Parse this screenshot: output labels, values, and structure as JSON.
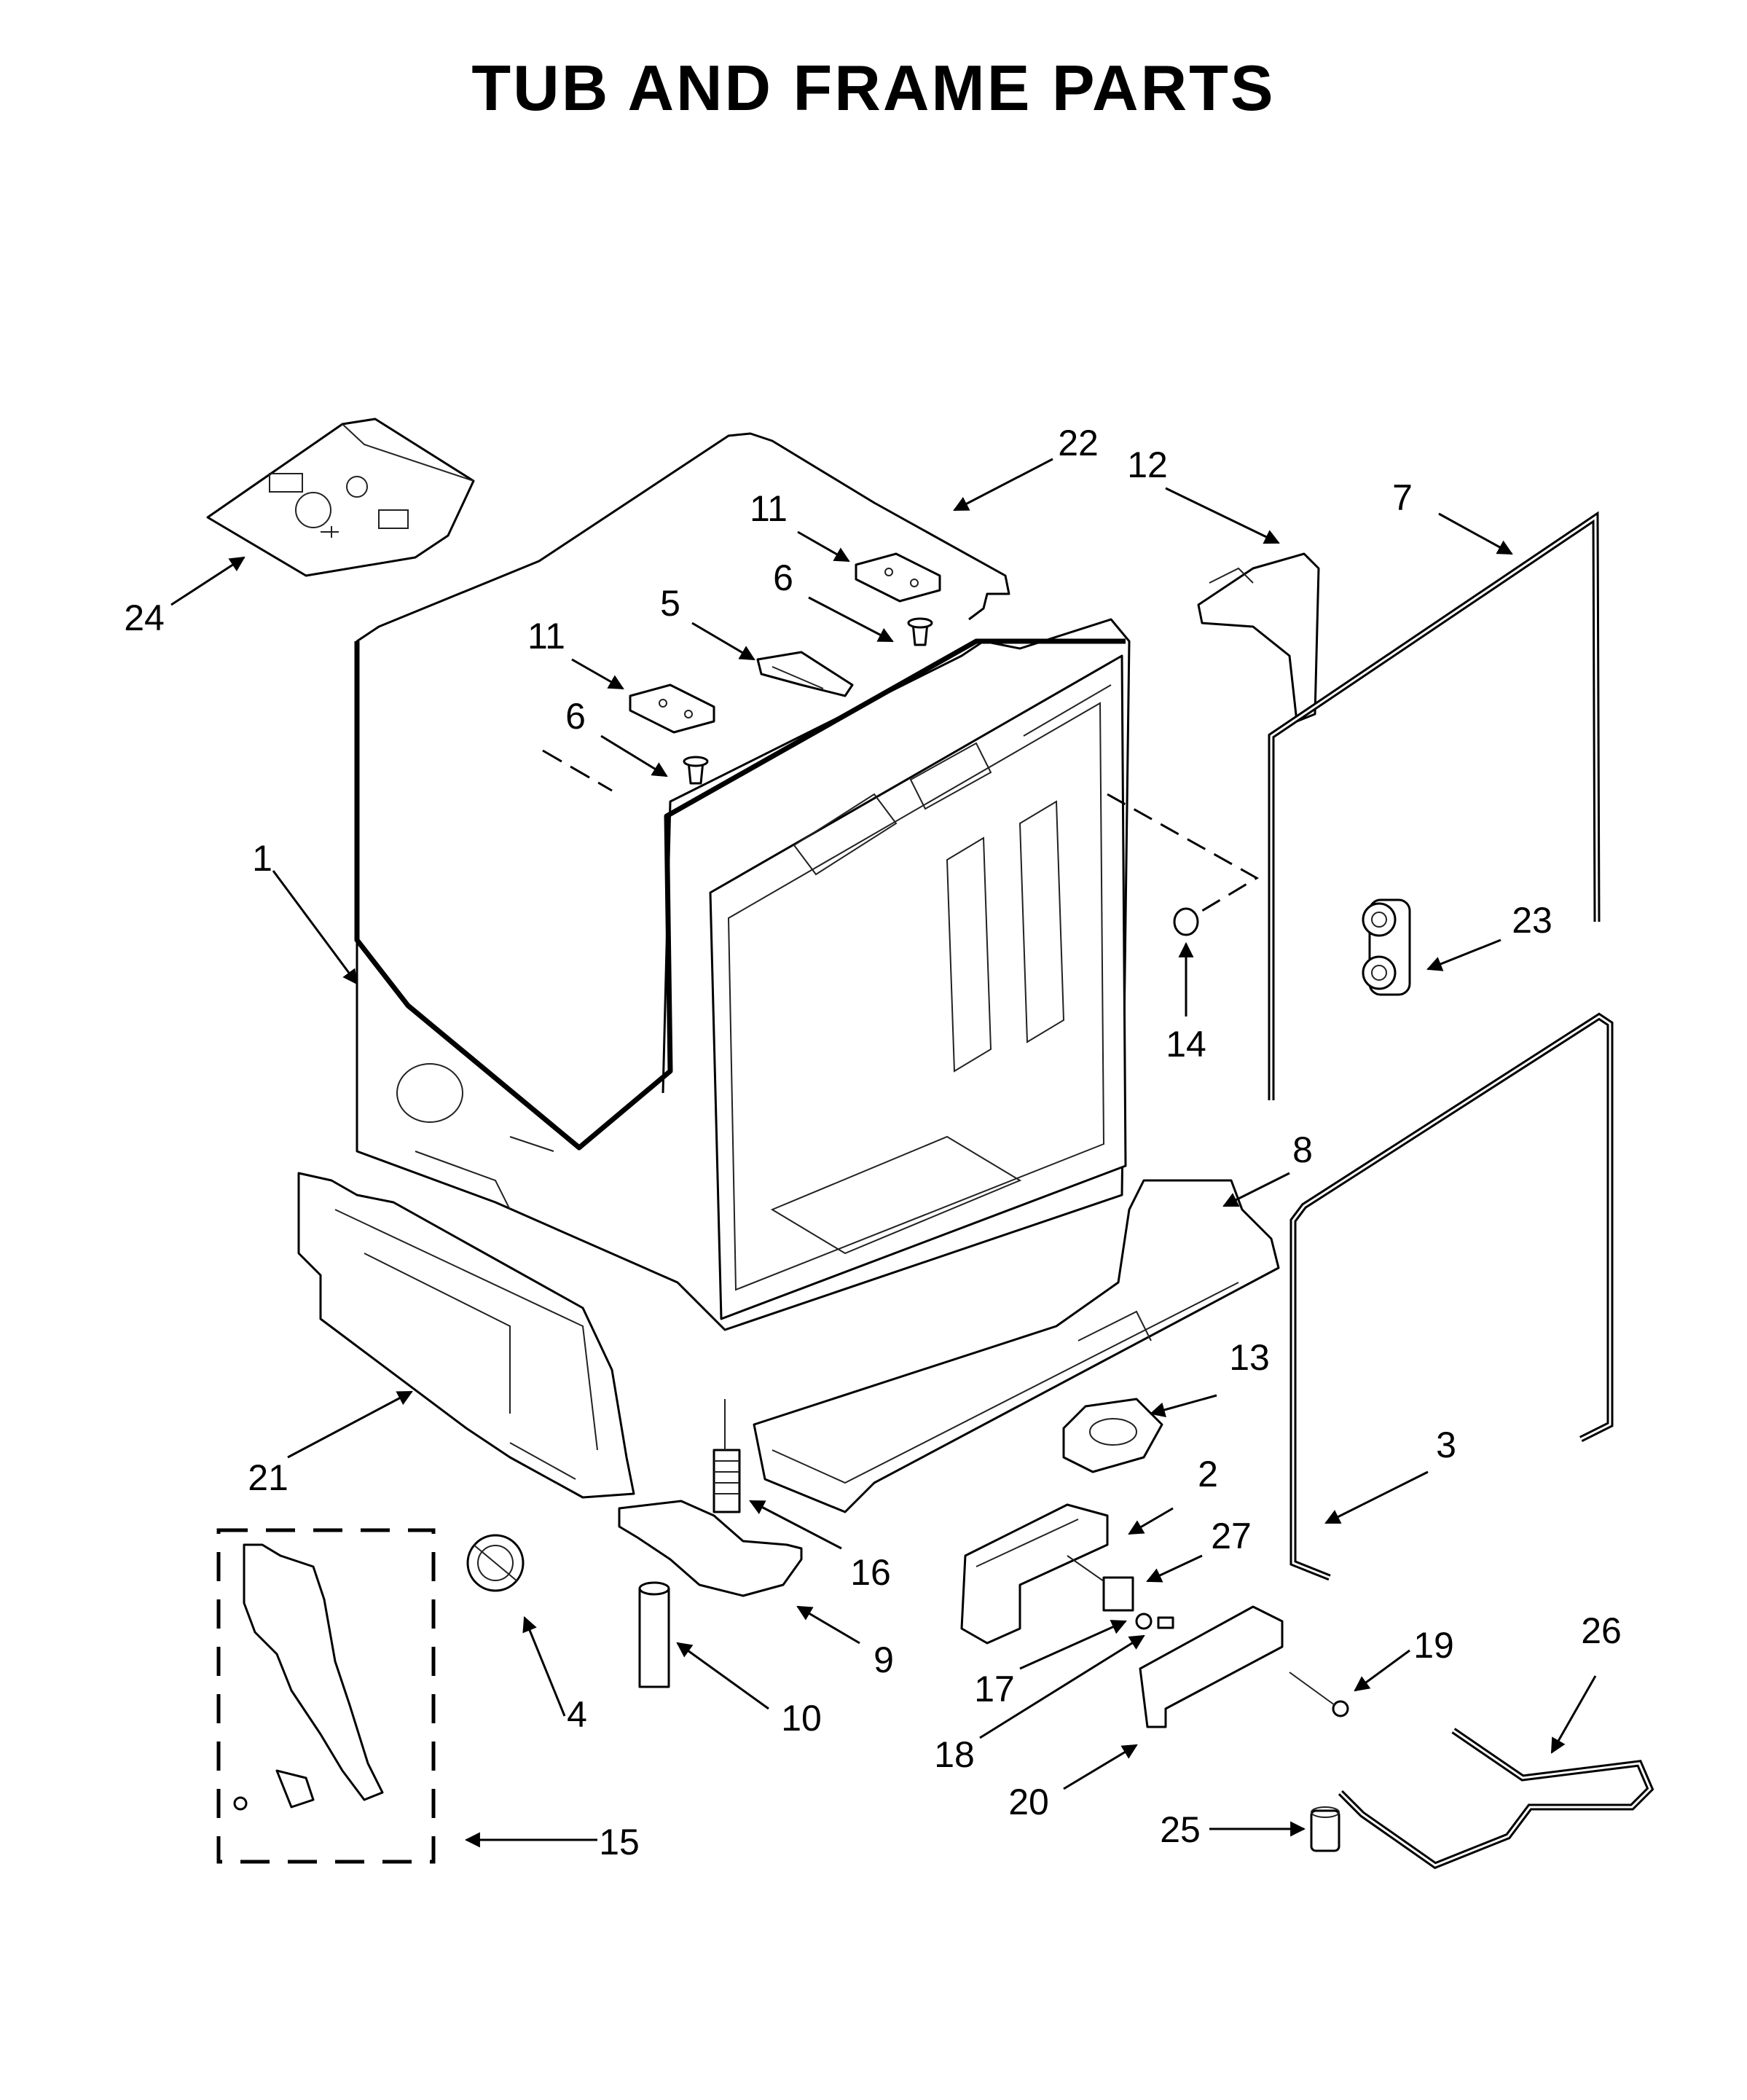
{
  "title": "TUB AND FRAME PARTS",
  "callouts": [
    {
      "id": "c1",
      "label": "1"
    },
    {
      "id": "c2",
      "label": "2"
    },
    {
      "id": "c3",
      "label": "3"
    },
    {
      "id": "c4",
      "label": "4"
    },
    {
      "id": "c5",
      "label": "5"
    },
    {
      "id": "c6a",
      "label": "6"
    },
    {
      "id": "c6b",
      "label": "6"
    },
    {
      "id": "c7",
      "label": "7"
    },
    {
      "id": "c8",
      "label": "8"
    },
    {
      "id": "c9",
      "label": "9"
    },
    {
      "id": "c10",
      "label": "10"
    },
    {
      "id": "c11a",
      "label": "11"
    },
    {
      "id": "c11b",
      "label": "11"
    },
    {
      "id": "c12",
      "label": "12"
    },
    {
      "id": "c13",
      "label": "13"
    },
    {
      "id": "c14",
      "label": "14"
    },
    {
      "id": "c15",
      "label": "15"
    },
    {
      "id": "c16",
      "label": "16"
    },
    {
      "id": "c17",
      "label": "17"
    },
    {
      "id": "c18",
      "label": "18"
    },
    {
      "id": "c19",
      "label": "19"
    },
    {
      "id": "c20",
      "label": "20"
    },
    {
      "id": "c21",
      "label": "21"
    },
    {
      "id": "c22",
      "label": "22"
    },
    {
      "id": "c23",
      "label": "23"
    },
    {
      "id": "c24",
      "label": "24"
    },
    {
      "id": "c25",
      "label": "25"
    },
    {
      "id": "c26",
      "label": "26"
    },
    {
      "id": "c27",
      "label": "27"
    }
  ]
}
